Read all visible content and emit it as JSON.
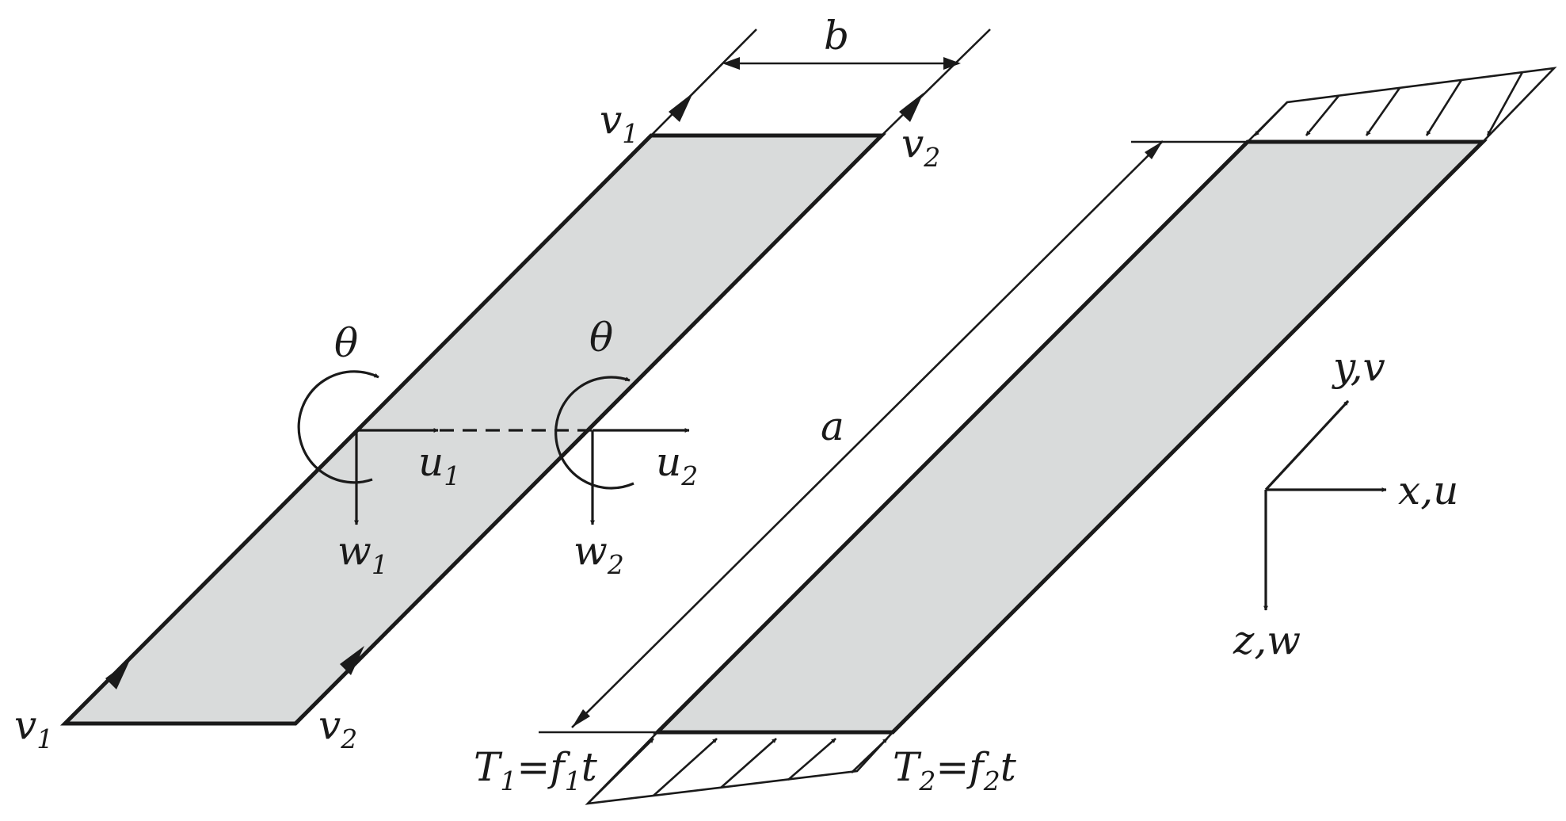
{
  "labels": {
    "b": "b",
    "a": "a",
    "v1_top": {
      "base": "v",
      "sub": "1"
    },
    "v2_top": {
      "base": "v",
      "sub": "2"
    },
    "v1_bottom": {
      "base": "v",
      "sub": "1"
    },
    "v2_bottom": {
      "base": "v",
      "sub": "2"
    },
    "theta_left": "θ",
    "theta_right": "θ",
    "u1": {
      "base": "u",
      "sub": "1"
    },
    "u2": {
      "base": "u",
      "sub": "2"
    },
    "w1": {
      "base": "w",
      "sub": "1"
    },
    "w2": {
      "base": "w",
      "sub": "2"
    },
    "T1": {
      "base": "T",
      "sub": "1",
      "eq": "=f",
      "eqsub": "1",
      "tail": "t"
    },
    "T2": {
      "base": "T",
      "sub": "2",
      "eq": "=f",
      "eqsub": "2",
      "tail": "t"
    },
    "axis_y": "y,v",
    "axis_x": "x,u",
    "axis_z": "z,w"
  },
  "colors": {
    "plate_fill": "#d9dbdb",
    "line": "#1a1a1a",
    "background": "#ffffff"
  }
}
